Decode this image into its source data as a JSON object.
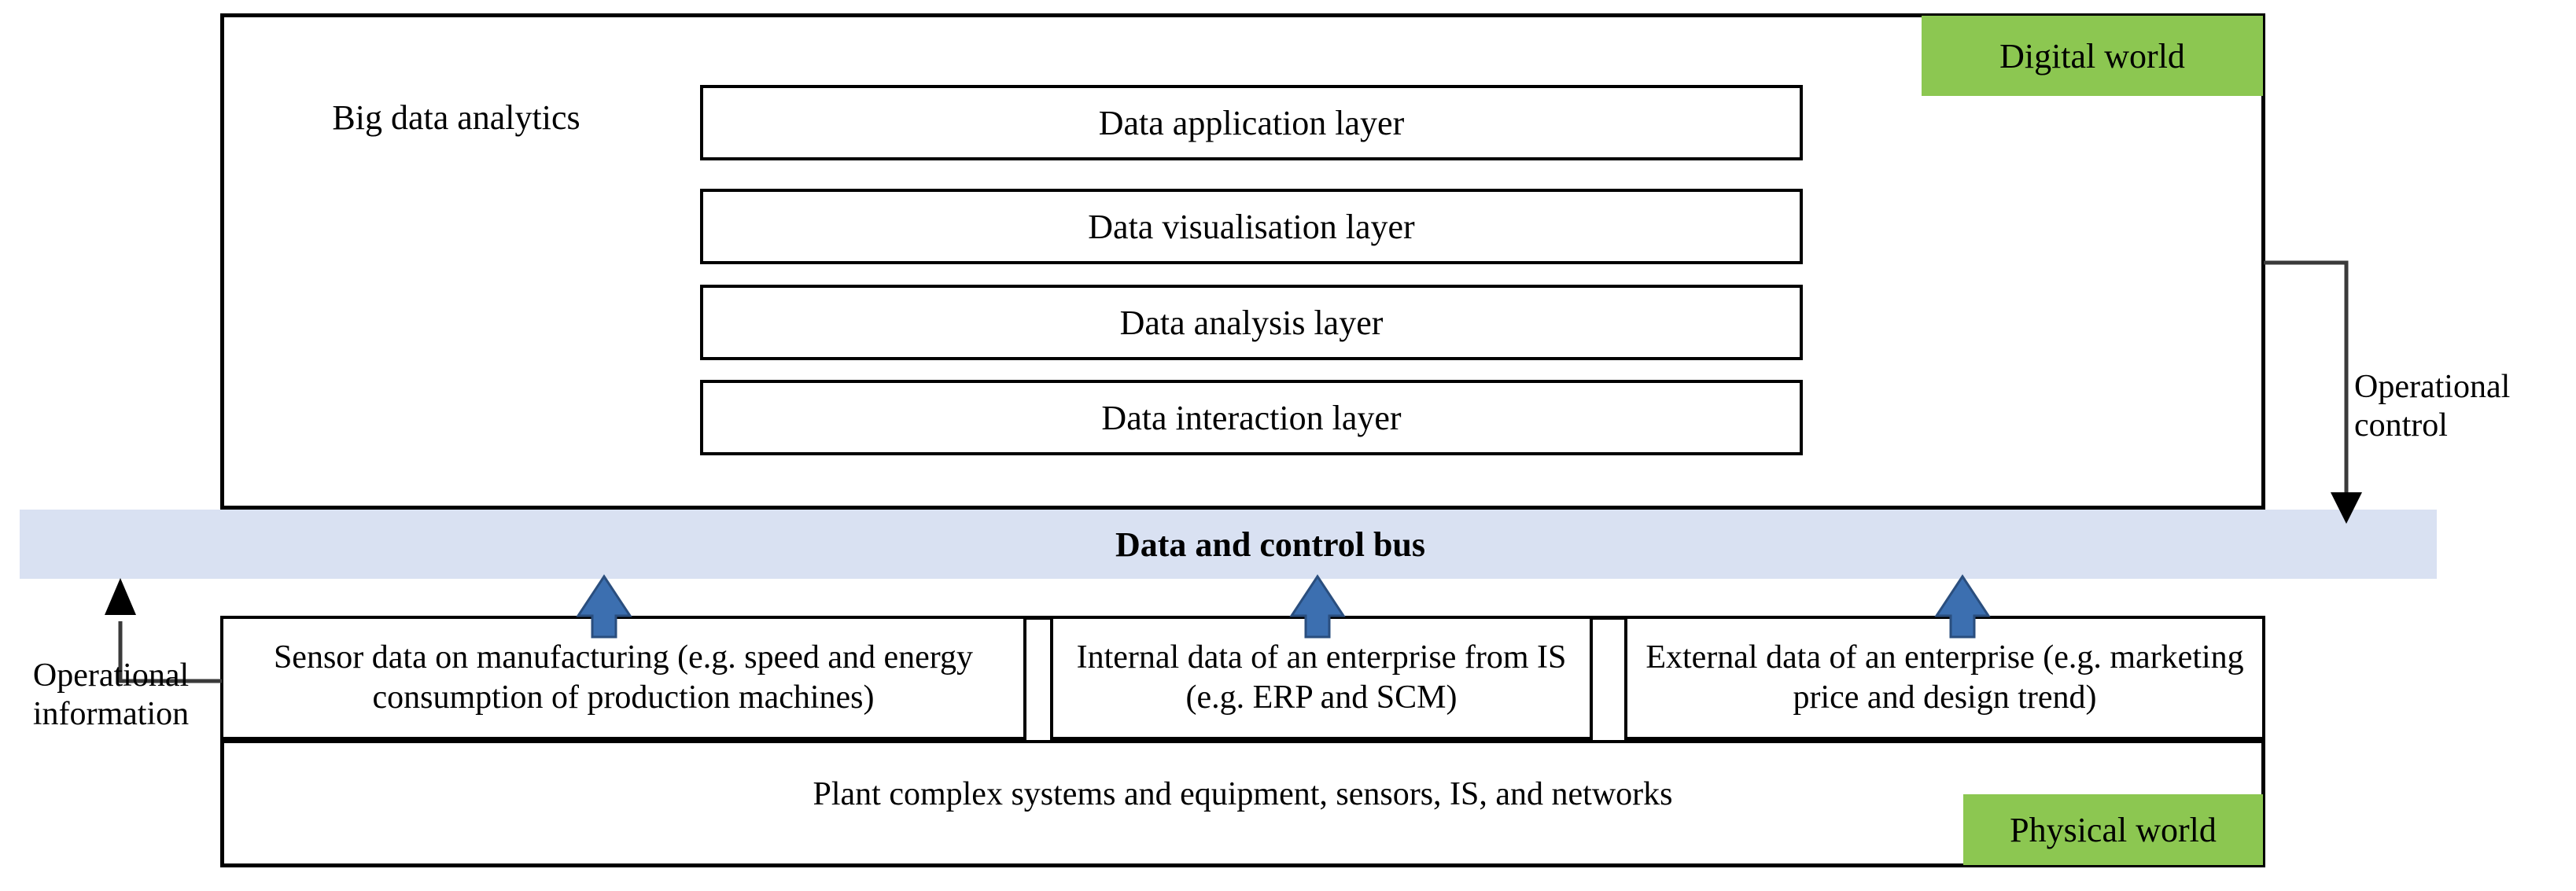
{
  "diagram": {
    "title": "Big data analytics architecture across digital and physical worlds",
    "colors": {
      "world_tag_green": "#8CC751",
      "bus_blue": "#D9E1F2",
      "arrow_blue": "#3C6FB0",
      "outline_black": "#000000"
    }
  },
  "digital_world": {
    "tag_label": "Digital world",
    "analytics_label": "Big data analytics",
    "layers": [
      {
        "label": "Data application layer"
      },
      {
        "label": "Data visualisation layer"
      },
      {
        "label": "Data analysis layer"
      },
      {
        "label": "Data interaction layer"
      }
    ]
  },
  "bus": {
    "label": "Data and control bus"
  },
  "physical_world": {
    "tag_label": "Physical world",
    "sources": [
      {
        "label": "Sensor data on manufacturing (e.g. speed and energy consumption of production machines)"
      },
      {
        "label": "Internal data of an enterprise from IS (e.g. ERP and SCM)"
      },
      {
        "label": "External data of an enterprise (e.g. marketing price and design trend)"
      }
    ],
    "foundation_label": "Plant complex systems and equipment, sensors, IS, and networks"
  },
  "annotations": {
    "operational_control": "Operational\ncontrol",
    "operational_control_line1": "Operational",
    "operational_control_line2": "control",
    "operational_information": "Operational\ninformation",
    "operational_information_line1": "Operational",
    "operational_information_line2": "information"
  },
  "flows": [
    {
      "name": "sensor-data-to-bus",
      "direction": "up",
      "color": "#3C6FB0"
    },
    {
      "name": "internal-data-to-bus",
      "direction": "up",
      "color": "#3C6FB0"
    },
    {
      "name": "external-data-to-bus",
      "direction": "up",
      "color": "#3C6FB0"
    },
    {
      "name": "operational-control-down",
      "direction": "down",
      "color": "#000000"
    },
    {
      "name": "operational-information-up",
      "direction": "up",
      "color": "#000000"
    }
  ]
}
